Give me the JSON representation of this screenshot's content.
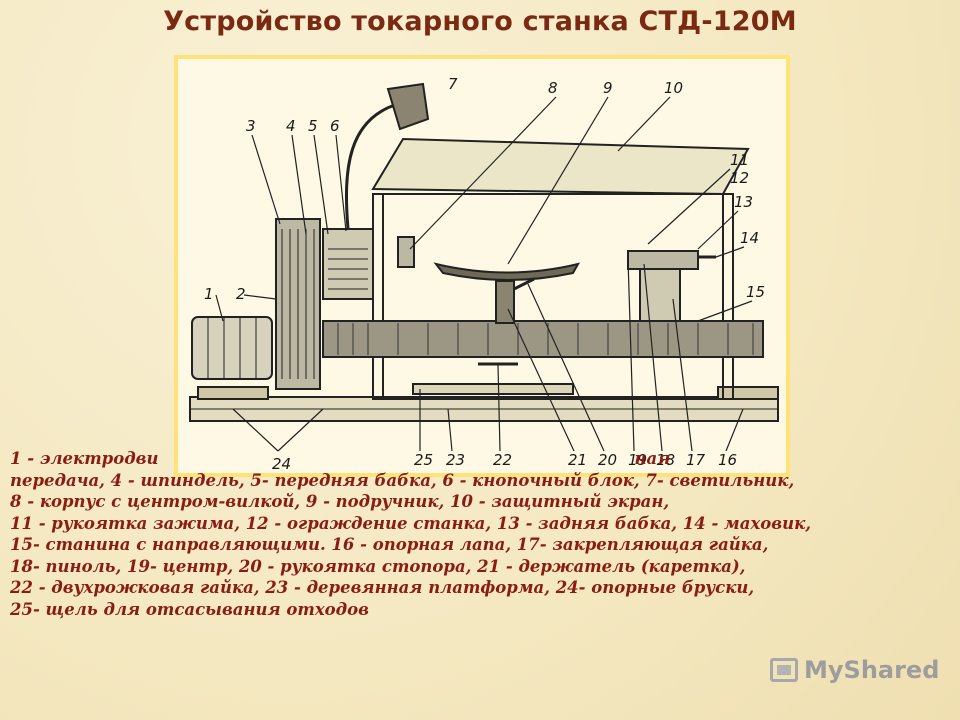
{
  "title": "Устройство токарного станка СТД-120М",
  "figure": {
    "callouts": [
      "1",
      "2",
      "3",
      "4",
      "5",
      "6",
      "7",
      "8",
      "9",
      "10",
      "11",
      "12",
      "13",
      "14",
      "15",
      "16",
      "17",
      "18",
      "19",
      "20",
      "21",
      "22",
      "23",
      "24",
      "25"
    ]
  },
  "legend": {
    "lines": [
      "1 - электродви",
      "ная",
      "передача, 4 - шпиндель, 5- передняя бабка, 6 - кнопочный блок, 7- светильник,",
      "8 - корпус с центром-вилкой, 9 - подручник, 10 - защитный экран,",
      "11 - рукоятка зажима, 12 - ограждение станка, 13 - задняя бабка, 14 - маховик,",
      "15- станина с направляющими. 16 - опорная лапа, 17- закрепляющая гайка,",
      "18- пиноль,  19- центр, 20 - рукоятка стопора, 21 - держатель (каретка),",
      "22 - двухрожковая гайка, 23 - деревянная платформа, 24- опорные бруски,",
      "25- щель для отсасывания отходов"
    ]
  },
  "watermark": {
    "text": "MyShared",
    "icon": "presentation-icon"
  },
  "colors": {
    "title": "#7a2a12",
    "legend": "#8b1c12",
    "frame": "#ffe27a",
    "background": "#f6ecc9"
  }
}
